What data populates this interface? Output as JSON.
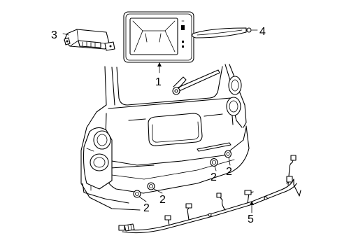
{
  "diagram": {
    "callouts": [
      {
        "id": "c1",
        "text": "1"
      },
      {
        "id": "c3",
        "text": "3"
      },
      {
        "id": "c4",
        "text": "4"
      },
      {
        "id": "c2a",
        "text": "2"
      },
      {
        "id": "c2b",
        "text": "2"
      },
      {
        "id": "c2c",
        "text": "2"
      },
      {
        "id": "c2d",
        "text": "2"
      },
      {
        "id": "c5",
        "text": "5"
      }
    ]
  }
}
